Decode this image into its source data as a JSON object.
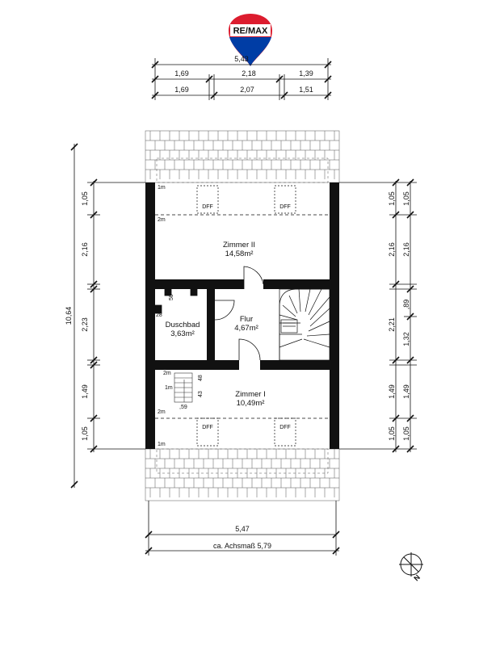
{
  "logo": {
    "brand": "RE/MAX"
  },
  "top_dimensions": {
    "total": "5,43",
    "row1": [
      "1,69",
      "2,18",
      "1,39"
    ],
    "row2": [
      "1,69",
      "2,07",
      "1,51"
    ]
  },
  "bottom_dimensions": {
    "inner": "5,47",
    "axis": "ca. Achsmaß 5,79"
  },
  "left_dimensions": {
    "total": "10,64",
    "segments": [
      "1,05",
      "2,16",
      "2,23",
      "1,49",
      "1,05"
    ]
  },
  "right_dimensions": {
    "outer": [
      "1,05",
      "2,16",
      "2,21",
      "1,49",
      "1,05"
    ],
    "inner": [
      "1,05",
      "2,16",
      ",89",
      "1,32",
      "1,49",
      "1,05"
    ]
  },
  "rooms": {
    "zimmer2": {
      "name": "Zimmer II",
      "area": "14,58m²"
    },
    "flur": {
      "name": "Flur",
      "area": "4,67m²"
    },
    "duschbad": {
      "name": "Duschbad",
      "area": "3,63m²"
    },
    "zimmer1": {
      "name": "Zimmer I",
      "area": "10,49m²"
    }
  },
  "skylights": {
    "label": "DFF"
  },
  "height_markers": {
    "one_m": "1m",
    "two_m": "2m"
  },
  "small_dims": {
    "d50": "50",
    "d28": "28",
    "d48": "48",
    "d43": "43",
    "d59": ",59"
  },
  "compass": {
    "north": "N"
  },
  "colors": {
    "wall": "#111111",
    "logo_red": "#dc1c2e",
    "logo_blue": "#003da5"
  }
}
